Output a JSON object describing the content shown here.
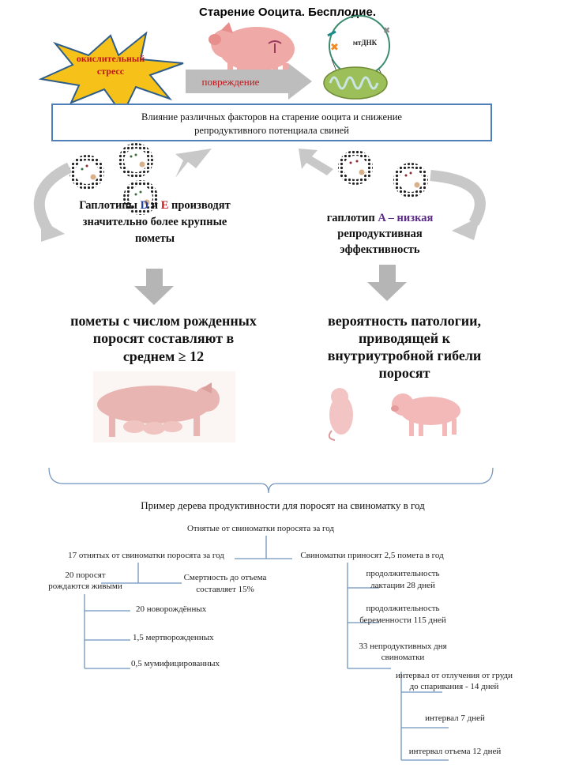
{
  "title": "Старение Ооцита. Бесплодие.",
  "top": {
    "stress_line1": "окислительный",
    "stress_line2": "стресс",
    "damage_label": "повреждение",
    "mtdna_label": "мтДНК"
  },
  "influence_box": {
    "line1": "Влияние различных факторов на старение ооцита и снижение",
    "line2": "репродуктивного потенциала свиней"
  },
  "left_branch": {
    "line1_prefix": "Гаплотипы ",
    "hap_d": "D",
    "line1_and": " и ",
    "hap_e": "E",
    "line1_suffix": " производят",
    "line2": "значительно более крупные",
    "line3": "пометы",
    "result_line1": "пометы с числом рожденных",
    "result_line2": "поросят составляют в",
    "result_line3": "среднем ≥ 12"
  },
  "right_branch": {
    "line1_prefix": "гаплотип ",
    "hap_a": "A",
    "line1_suffix": " – низкая",
    "line2": "репродуктивная",
    "line3": "эффективность",
    "result_line1": "вероятность патологии,",
    "result_line2": "приводящей к",
    "result_line3": "внутриутробной гибели",
    "result_line4": "поросят"
  },
  "tree": {
    "title": "Пример дерева продуктивности для  поросят на свиноматку в год",
    "root": "Отнятые от свиноматки поросята за год",
    "left": "17 отнятых от свиноматки поросята за год",
    "right": "Свиноматки приносят 2,5 помета в год",
    "born_alive_1": "20 поросят",
    "born_alive_2": "рождаются живыми",
    "mortality_1": "Смертность до отъема",
    "mortality_2": "составляет 15%",
    "newborn": "20 новорождённых",
    "stillborn": "1,5 мертворожденных",
    "mummified": "0,5 мумифицированных",
    "lactation_1": "продолжительность",
    "lactation_2": "лактации 28 дней",
    "pregnancy_1": "продолжительность",
    "pregnancy_2": "беременности 115 дней",
    "nonprod_1": "33 непродуктивных дня",
    "nonprod_2": "свиноматки",
    "wean_mate_1": "интервал от отлучения от груди",
    "wean_mate_2": "до спаривания - 14 дней",
    "interval7": "интервал 7 дней",
    "wean_interval": "интервал отъема 12 дней"
  },
  "colors": {
    "accent_red": "#c0161b",
    "accent_blue": "#1f3e9c",
    "accent_purple": "#5b2a86",
    "arrow_grey": "#bdbdbd",
    "tree_line": "#6f93bd"
  }
}
